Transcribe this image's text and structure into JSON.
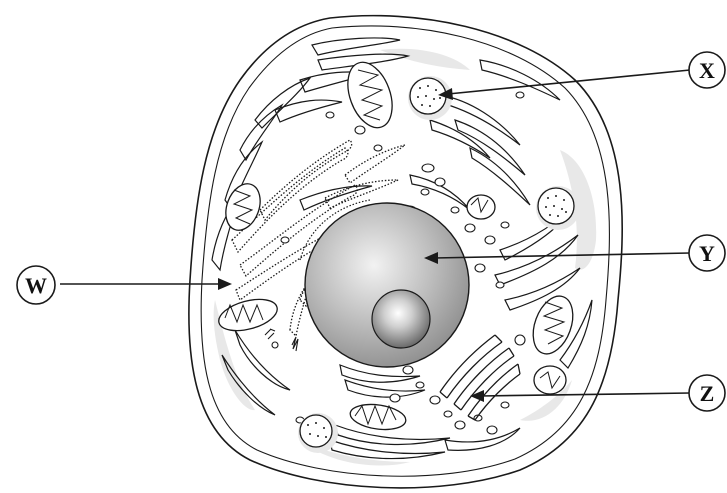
{
  "labels": {
    "w": "W",
    "x": "X",
    "y": "Y",
    "z": "Z"
  },
  "colors": {
    "outline": "#1a1a1a",
    "cytoplasm_shade": "#e6e6e6",
    "nucleus_fill": "#a9a9a9",
    "nucleolus_fill": "#8a8a8a",
    "background": "#ffffff"
  }
}
